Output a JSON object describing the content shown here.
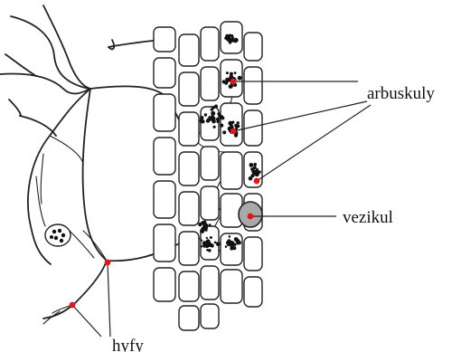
{
  "labels": {
    "arbuscules": "arbuskuly",
    "vesicle": "vezikul",
    "hyphae": "hyfy"
  },
  "colors": {
    "marker": "#e01818",
    "vesicle_fill": "#a9a9a9",
    "ink": "#222222"
  }
}
